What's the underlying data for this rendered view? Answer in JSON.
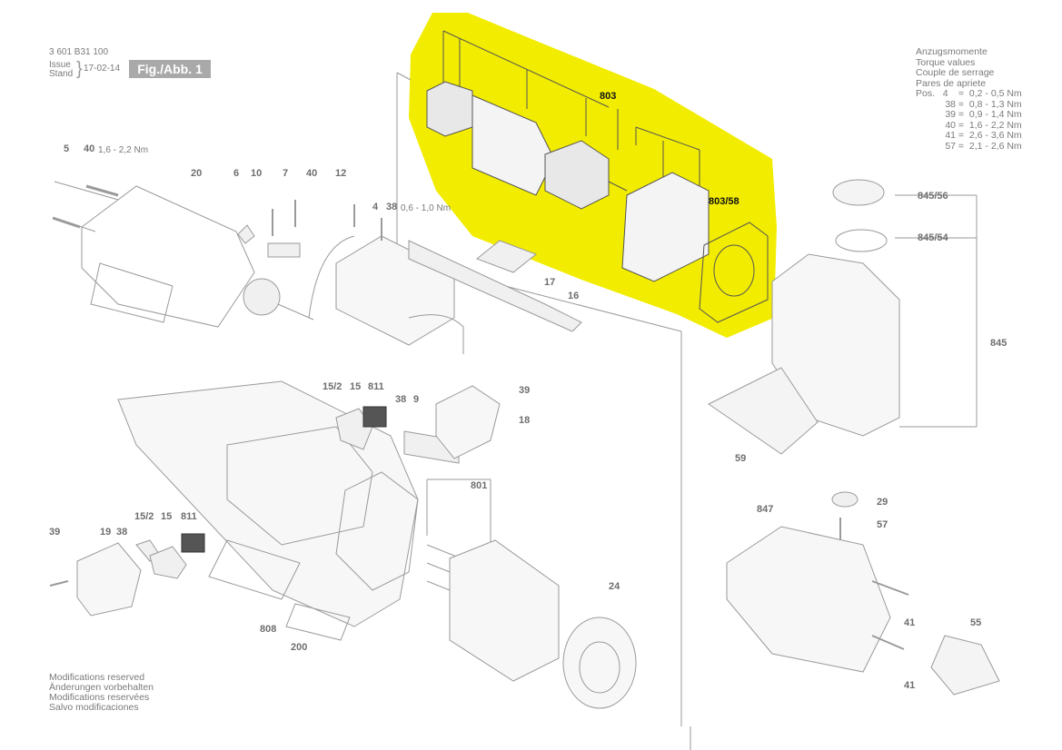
{
  "header": {
    "doc_number": "3 601 B31 100",
    "issue_label_1": "Issue",
    "issue_label_2": "Stand",
    "date": "17-02-14",
    "figure": "Fig./Abb. 1"
  },
  "torque": {
    "title_lines": [
      "Anzugsmomente",
      "Torque values",
      "Couple de serrage",
      "Pares de apriete"
    ],
    "rows": [
      {
        "pos": "Pos.   4",
        "value": "=  0,2 - 0,5 Nm"
      },
      {
        "pos": "38",
        "value": "=  0,8 - 1,3 Nm"
      },
      {
        "pos": "39",
        "value": "=  0,9 - 1,4 Nm"
      },
      {
        "pos": "40",
        "value": "=  1,6 - 2,2 Nm"
      },
      {
        "pos": "41",
        "value": "=  2,6 - 3,6 Nm"
      },
      {
        "pos": "57",
        "value": "=  2,1 - 2,6 Nm"
      }
    ]
  },
  "footer": {
    "lines": [
      "Modifications reserved",
      "Änderungen vorbehalten",
      "Modifications reservées",
      "Salvo modificaciones"
    ]
  },
  "highlight_color": "#f2ec00",
  "line_color": "#9a9a9a",
  "part_labels": {
    "p5": "5",
    "p40a": "40",
    "p40a_spec": "1,6 - 2,2 Nm",
    "p20": "20",
    "p6": "6",
    "p10": "10",
    "p7": "7",
    "p40b": "40",
    "p12": "12",
    "p4": "4",
    "p38a": "38",
    "p38a_spec": "0,6 - 1,0 Nm",
    "p17": "17",
    "p16": "16",
    "p803": "803",
    "p803_58": "803/58",
    "p845_56": "845/56",
    "p845_54": "845/54",
    "p845": "845",
    "p15_2a": "15/2",
    "p15a": "15",
    "p811a": "811",
    "p38b": "38",
    "p9": "9",
    "p39a": "39",
    "p18": "18",
    "p59": "59",
    "p801": "801",
    "p39b": "39",
    "p19": "19",
    "p38c": "38",
    "p15_2b": "15/2",
    "p15b": "15",
    "p811b": "811",
    "p808": "808",
    "p200": "200",
    "p24": "24",
    "p847": "847",
    "p29": "29",
    "p57": "57",
    "p41a": "41",
    "p41b": "41",
    "p55": "55"
  }
}
